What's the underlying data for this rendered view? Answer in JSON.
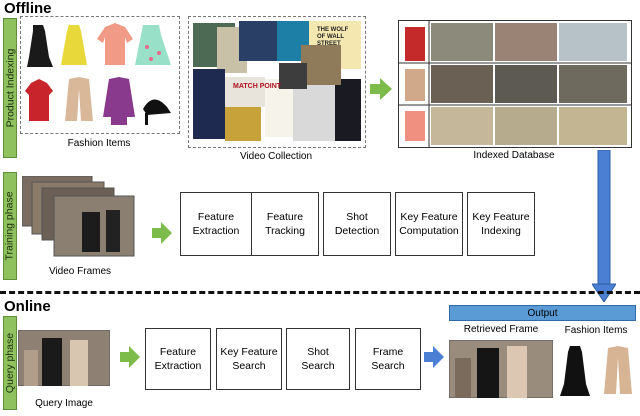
{
  "offline": {
    "title": "Offline",
    "phase_label": "Product Indexing",
    "fashion_caption": "Fashion Items",
    "video_caption": "Video Collection",
    "db_caption": "Indexed Database",
    "poster_text_1": "MATCH POINT",
    "poster_text_2": "THE WOLF OF WALL STREET"
  },
  "training": {
    "phase_label": "Training phase",
    "frames_caption": "Video Frames",
    "steps": [
      "Feature\nExtraction",
      "Feature\nTracking",
      "Shot\nDetection",
      "Key Feature\nComputation",
      "Key Feature\nIndexing"
    ]
  },
  "online": {
    "title": "Online",
    "phase_label": "Query phase",
    "query_caption": "Query Image",
    "steps": [
      "Feature\nExtraction",
      "Key Feature\nSearch",
      "Shot\nSearch",
      "Frame\nSearch"
    ],
    "output_label": "Output",
    "retrieved_caption": "Retrieved Frame",
    "items_caption": "Fashion Items"
  },
  "colors": {
    "green_label": "#8fc25e",
    "green_arrow": "#7dbb4a",
    "blue_arrow": "#4a7fd4",
    "output_bar": "#5b9bd5"
  }
}
